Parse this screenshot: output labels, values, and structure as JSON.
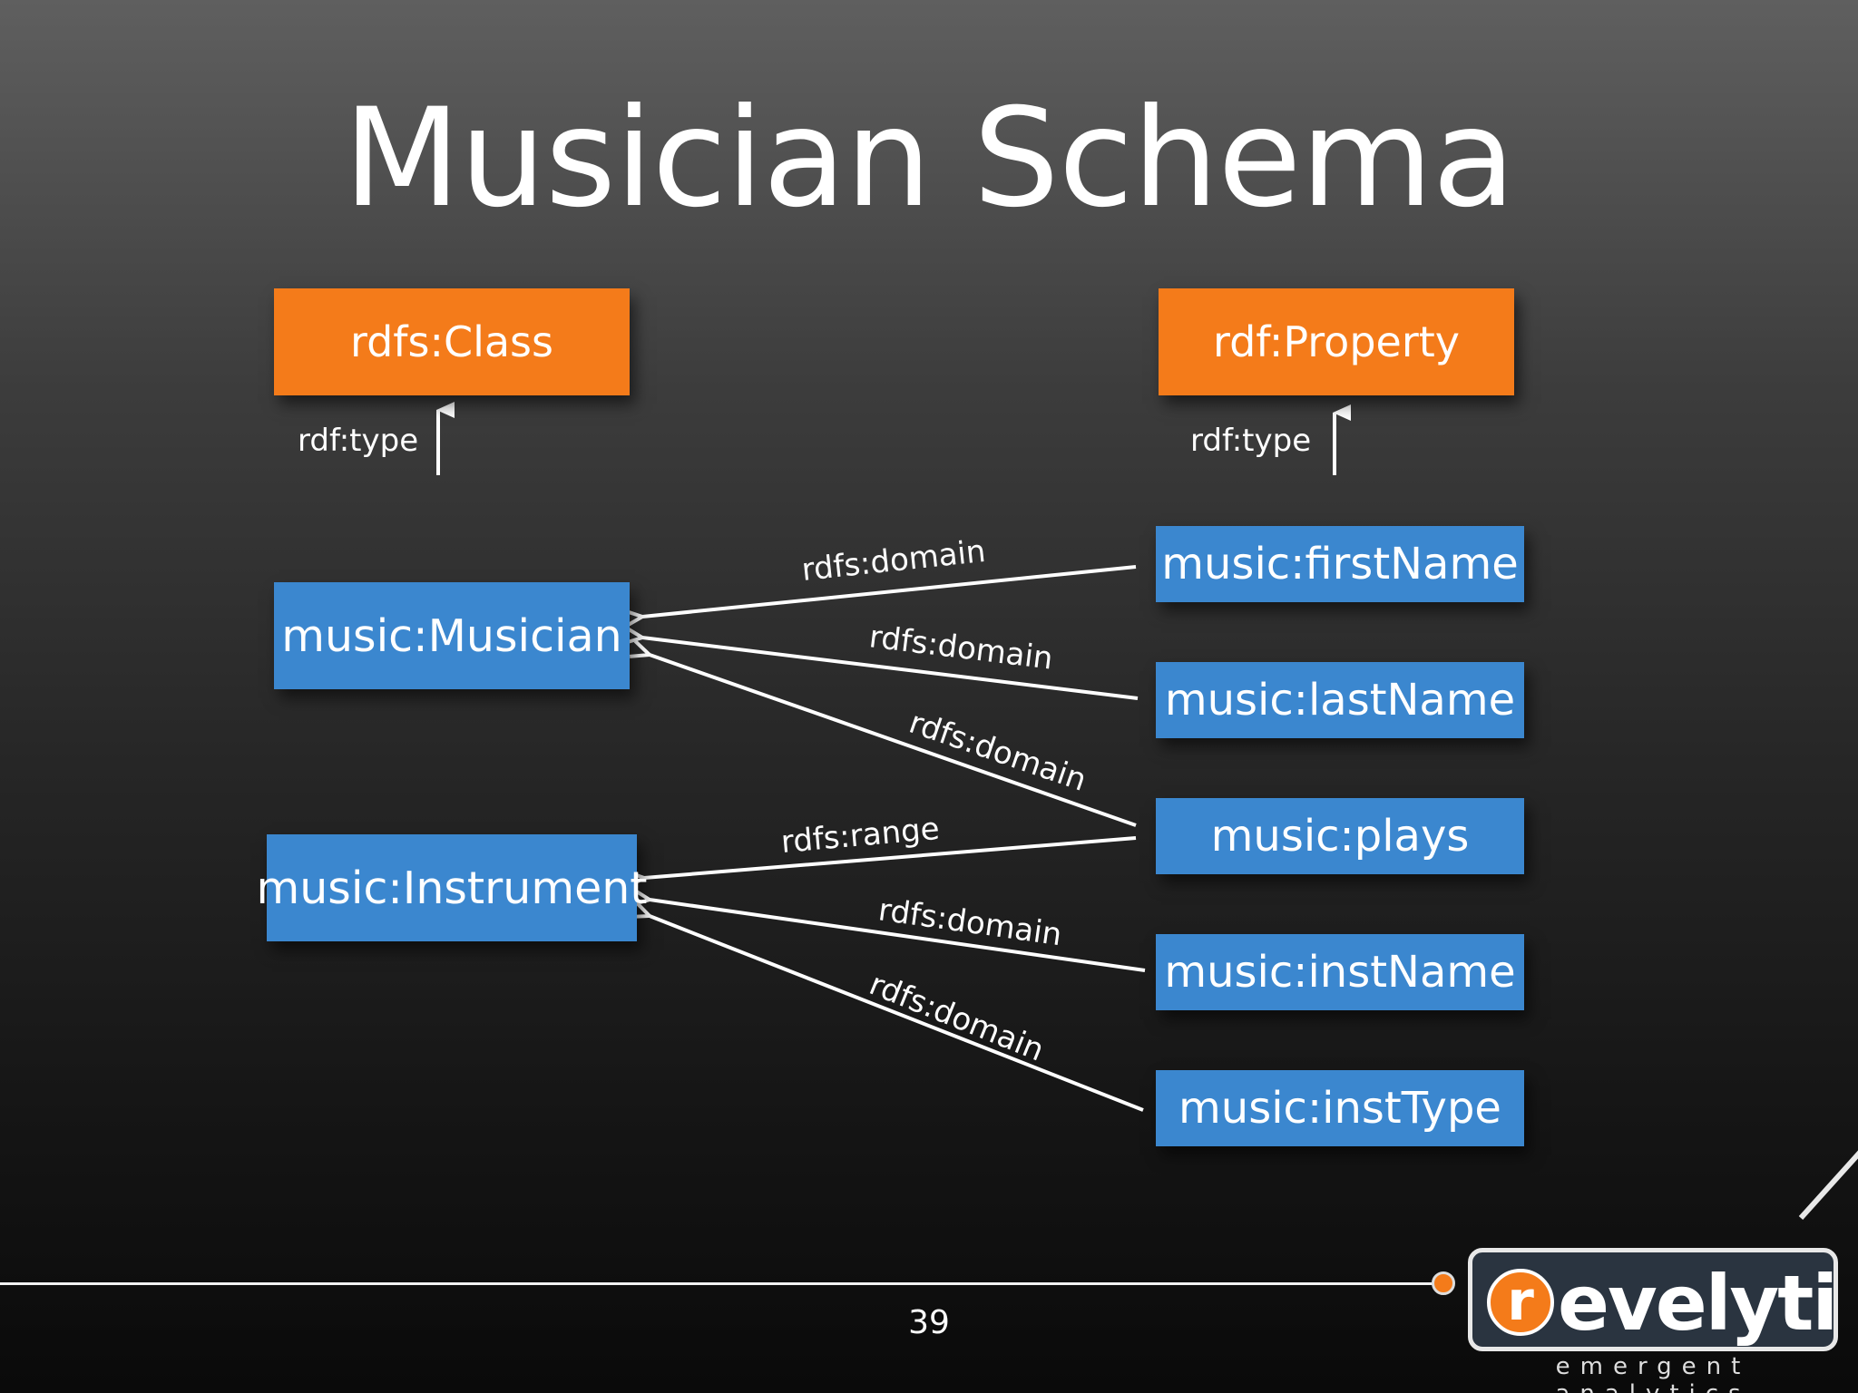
{
  "slide": {
    "title": "Musician Schema",
    "page_number": "39"
  },
  "diagram": {
    "nodes": {
      "rdfs_class": "rdfs:Class",
      "rdf_property": "rdf:Property",
      "musician": "music:Musician",
      "instrument": "music:Instrument",
      "first_name": "music:firstName",
      "last_name": "music:lastName",
      "plays": "music:plays",
      "inst_name": "music:instName",
      "inst_type": "music:instType"
    },
    "type_labels": {
      "left": "rdf:type",
      "right": "rdf:type"
    },
    "edges": [
      {
        "from": "music:firstName",
        "to": "music:Musician",
        "label": "rdfs:domain"
      },
      {
        "from": "music:lastName",
        "to": "music:Musician",
        "label": "rdfs:domain"
      },
      {
        "from": "music:plays",
        "to": "music:Musician",
        "label": "rdfs:domain"
      },
      {
        "from": "music:plays",
        "to": "music:Instrument",
        "label": "rdfs:range"
      },
      {
        "from": "music:instName",
        "to": "music:Instrument",
        "label": "rdfs:domain"
      },
      {
        "from": "music:instType",
        "to": "music:Instrument",
        "label": "rdfs:domain"
      }
    ],
    "colors": {
      "class_box": "#f47b1a",
      "instance_box": "#3b87cf"
    }
  },
  "logo": {
    "letter": "r",
    "word": "evelytix",
    "tagline": "emergent analytics"
  }
}
